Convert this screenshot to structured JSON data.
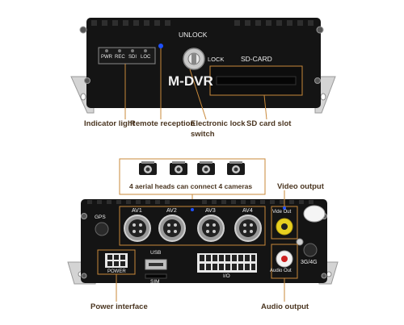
{
  "colors": {
    "device": "#141414",
    "flange": "#d4d4d4",
    "callout_line": "#c8893a",
    "callout_text": "#4a3520",
    "led_blue": "#1e50ff"
  },
  "front": {
    "unlock": "UNLOCK",
    "lock": "LOCK",
    "sd_card": "SD-CARD",
    "brand": "M-DVR",
    "leds": [
      "PWR",
      "REC",
      "SDI",
      "LOC"
    ]
  },
  "callouts": {
    "indicator_light": "Indicator light",
    "remote_reception": "Remote reception",
    "electronic_lock": "Electronic lock",
    "switch": "switch",
    "sd_card_slot": "SD card slot",
    "aerial_heads": "4 aerial heads can connect 4 cameras",
    "video_output": "Video output",
    "power_interface": "Power interface",
    "audio_output": "Audio output"
  },
  "back": {
    "gps": "GPS",
    "av_labels": [
      "AV1",
      "AV2",
      "AV3",
      "AV4"
    ],
    "video_out": "Vide  Out",
    "usb": "USB",
    "sim": "SIM",
    "io": "I/O",
    "power": "POWER",
    "audio_out": "Audio Out",
    "net": "3G/4G"
  }
}
